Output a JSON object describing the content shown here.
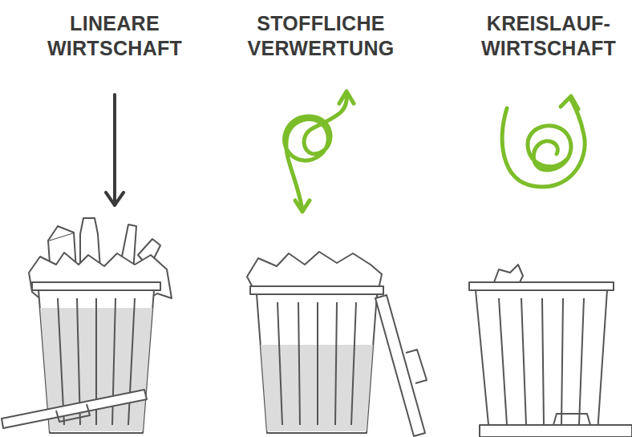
{
  "diagram": {
    "labels": [
      "LINEARE WIRTSCHAFT",
      "STOFFLICHE VERWERTUNG",
      "KREISLAUF- WIRTSCHAFT"
    ]
  }
}
